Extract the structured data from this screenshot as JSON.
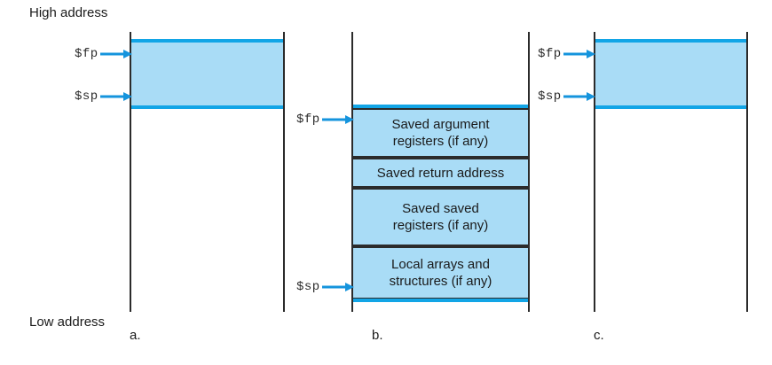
{
  "figure": {
    "high_address_label": "High address",
    "low_address_label": "Low address",
    "pointer_fp": "$fp",
    "pointer_sp": "$sp",
    "accent_blue": "#12a5e6",
    "fill_blue": "#a9dcf6",
    "line_black": "#2b2b2b"
  },
  "panels": [
    {
      "caption": "a.",
      "kind": "empty-region",
      "fp_label": "$fp",
      "sp_label": "$sp"
    },
    {
      "caption": "b.",
      "kind": "frame-detail",
      "fp_label": "$fp",
      "sp_label": "$sp",
      "boxes": [
        {
          "line1": "Saved argument",
          "line2": "registers (if any)"
        },
        {
          "line1": "Saved return address",
          "line2": ""
        },
        {
          "line1": "Saved saved",
          "line2": "registers (if any)"
        },
        {
          "line1": "Local arrays and",
          "line2": "structures (if any)"
        }
      ]
    },
    {
      "caption": "c.",
      "kind": "empty-region",
      "fp_label": "$fp",
      "sp_label": "$sp"
    }
  ]
}
